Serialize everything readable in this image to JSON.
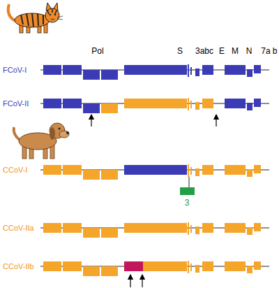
{
  "diagram": {
    "labels": [
      "Pol",
      "S",
      "3abc",
      "E",
      "M",
      "N",
      "7a",
      "b",
      "FCoV-I",
      "FCoV-II",
      "CCoV-I",
      "3",
      "CCoV-IIa",
      "CCoV-IIb"
    ]
  }
}
